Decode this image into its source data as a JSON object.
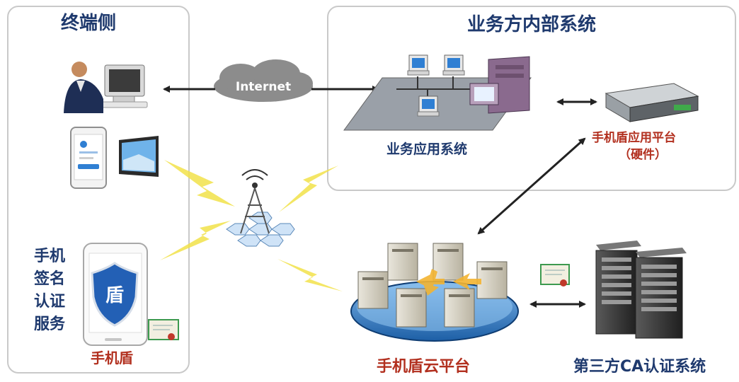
{
  "terminal_side": {
    "title": "终端侧",
    "service_label": [
      "手机",
      "签名",
      "认证",
      "服务"
    ],
    "shield_app_label": "手机盾",
    "shield_glyph": "盾"
  },
  "internal_system": {
    "title": "业务方内部系统",
    "business_app_label": "业务应用系统",
    "platform_label_line1": "手机盾应用平台",
    "platform_label_line2": "（硬件）"
  },
  "cloud": {
    "internet_label": "Internet",
    "cloud_platform_label": "手机盾云平台",
    "third_party_ca_label": "第三方CA认证系统"
  },
  "colors": {
    "title_navy": "#1f3a6e",
    "label_red": "#b2301f",
    "arrow": "#222222",
    "lightning": "#f2e24a",
    "shield_blue": "#2360b5"
  },
  "icons": [
    "user-computer-icon",
    "smartphone-icon",
    "tablet-icon",
    "signal-tower-icon",
    "server-rack-icon",
    "certificate-icon",
    "network-diagram-icon"
  ]
}
